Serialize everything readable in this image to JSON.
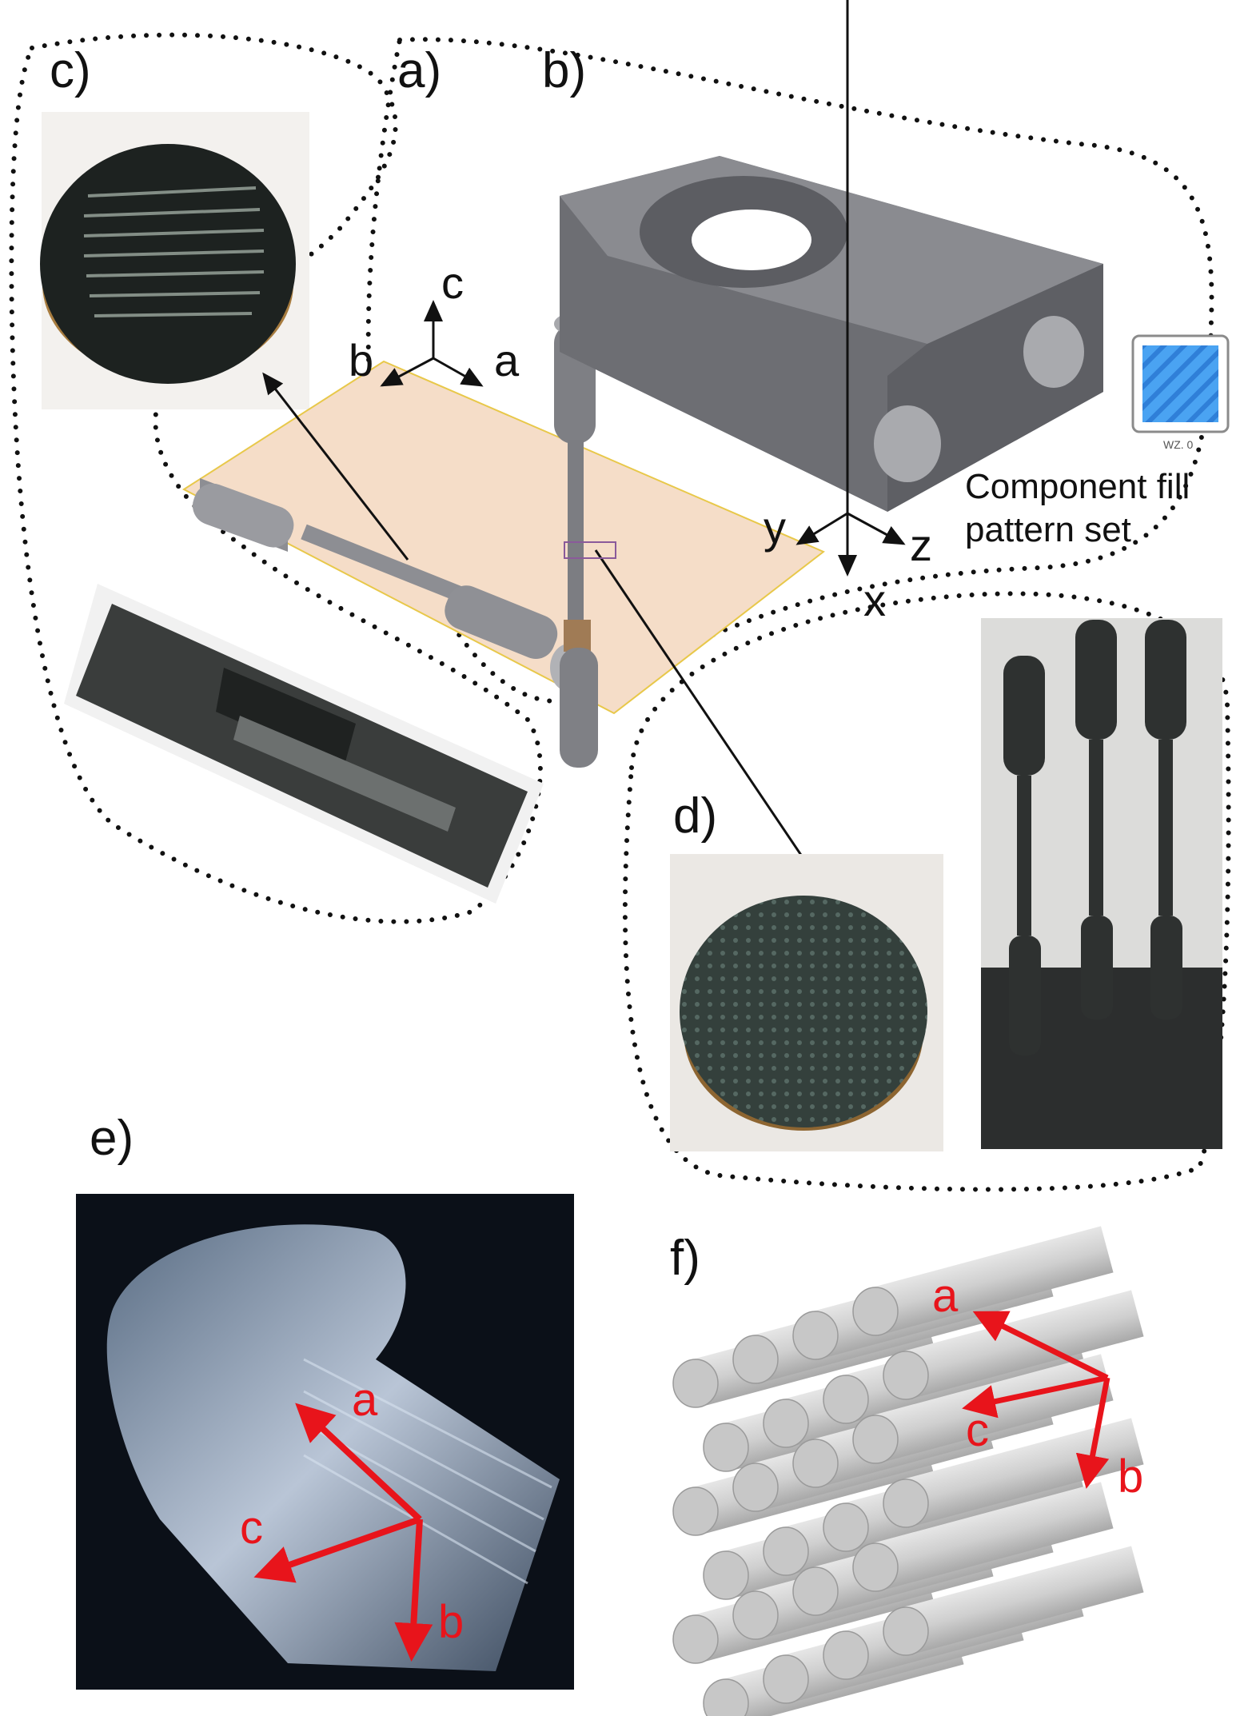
{
  "panels": {
    "a": "a)",
    "b": "b)",
    "c": "c)",
    "d": "d)",
    "e": "e)",
    "f": "f)"
  },
  "axes_abc": {
    "c": "c",
    "b": "b",
    "a": "a"
  },
  "axes_xyz": {
    "y": "y",
    "z": "z",
    "x": "x"
  },
  "caption": {
    "line1": "Component fill",
    "line2": "pattern set"
  },
  "fill_icon": {
    "label": "WZ. 0",
    "color": "#3b8fe6"
  },
  "panel_e_axes": {
    "a": "a",
    "c": "c",
    "b": "b"
  },
  "panel_f_axes": {
    "a": "a",
    "c": "c",
    "b": "b"
  },
  "colors": {
    "accent_red": "#e8141b",
    "plate": "#f5ddc8",
    "plate_edge": "#e8c84a",
    "part_gray": "#7a7b80",
    "print_dark": "#2b2e2c"
  }
}
